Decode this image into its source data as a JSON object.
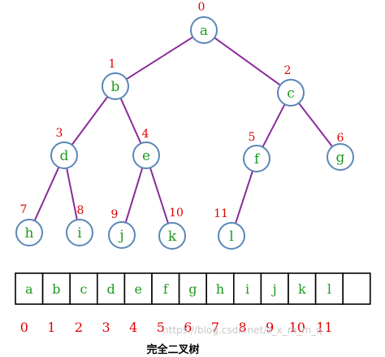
{
  "tree": {
    "nodes": [
      {
        "id": "a",
        "label": "a",
        "index": "0"
      },
      {
        "id": "b",
        "label": "b",
        "index": "1"
      },
      {
        "id": "c",
        "label": "c",
        "index": "2"
      },
      {
        "id": "d",
        "label": "d",
        "index": "3"
      },
      {
        "id": "e",
        "label": "e",
        "index": "4"
      },
      {
        "id": "f",
        "label": "f",
        "index": "5"
      },
      {
        "id": "g",
        "label": "g",
        "index": "6"
      },
      {
        "id": "h",
        "label": "h",
        "index": "7"
      },
      {
        "id": "i",
        "label": "i",
        "index": "8"
      },
      {
        "id": "j",
        "label": "j",
        "index": "9"
      },
      {
        "id": "k",
        "label": "k",
        "index": "10"
      },
      {
        "id": "l",
        "label": "l",
        "index": "11"
      }
    ],
    "edges": [
      [
        "a",
        "b"
      ],
      [
        "a",
        "c"
      ],
      [
        "b",
        "d"
      ],
      [
        "b",
        "e"
      ],
      [
        "c",
        "f"
      ],
      [
        "c",
        "g"
      ],
      [
        "d",
        "h"
      ],
      [
        "d",
        "i"
      ],
      [
        "e",
        "j"
      ],
      [
        "e",
        "k"
      ],
      [
        "f",
        "l"
      ]
    ]
  },
  "array": {
    "cells": [
      "a",
      "b",
      "c",
      "d",
      "e",
      "f",
      "g",
      "h",
      "i",
      "j",
      "k",
      "l",
      ""
    ],
    "indices": [
      "0",
      "1",
      "2",
      "3",
      "4",
      "5",
      "6",
      "7",
      "8",
      "9",
      "10",
      "11"
    ]
  },
  "caption": "完全二叉树",
  "watermark": "https://blog.csdn.net/z_x_m_m_q",
  "colors": {
    "node_border": "#5b87b7",
    "node_text": "#1e9a1e",
    "index_text": "#e00000",
    "edge": "#8b2a9b"
  }
}
